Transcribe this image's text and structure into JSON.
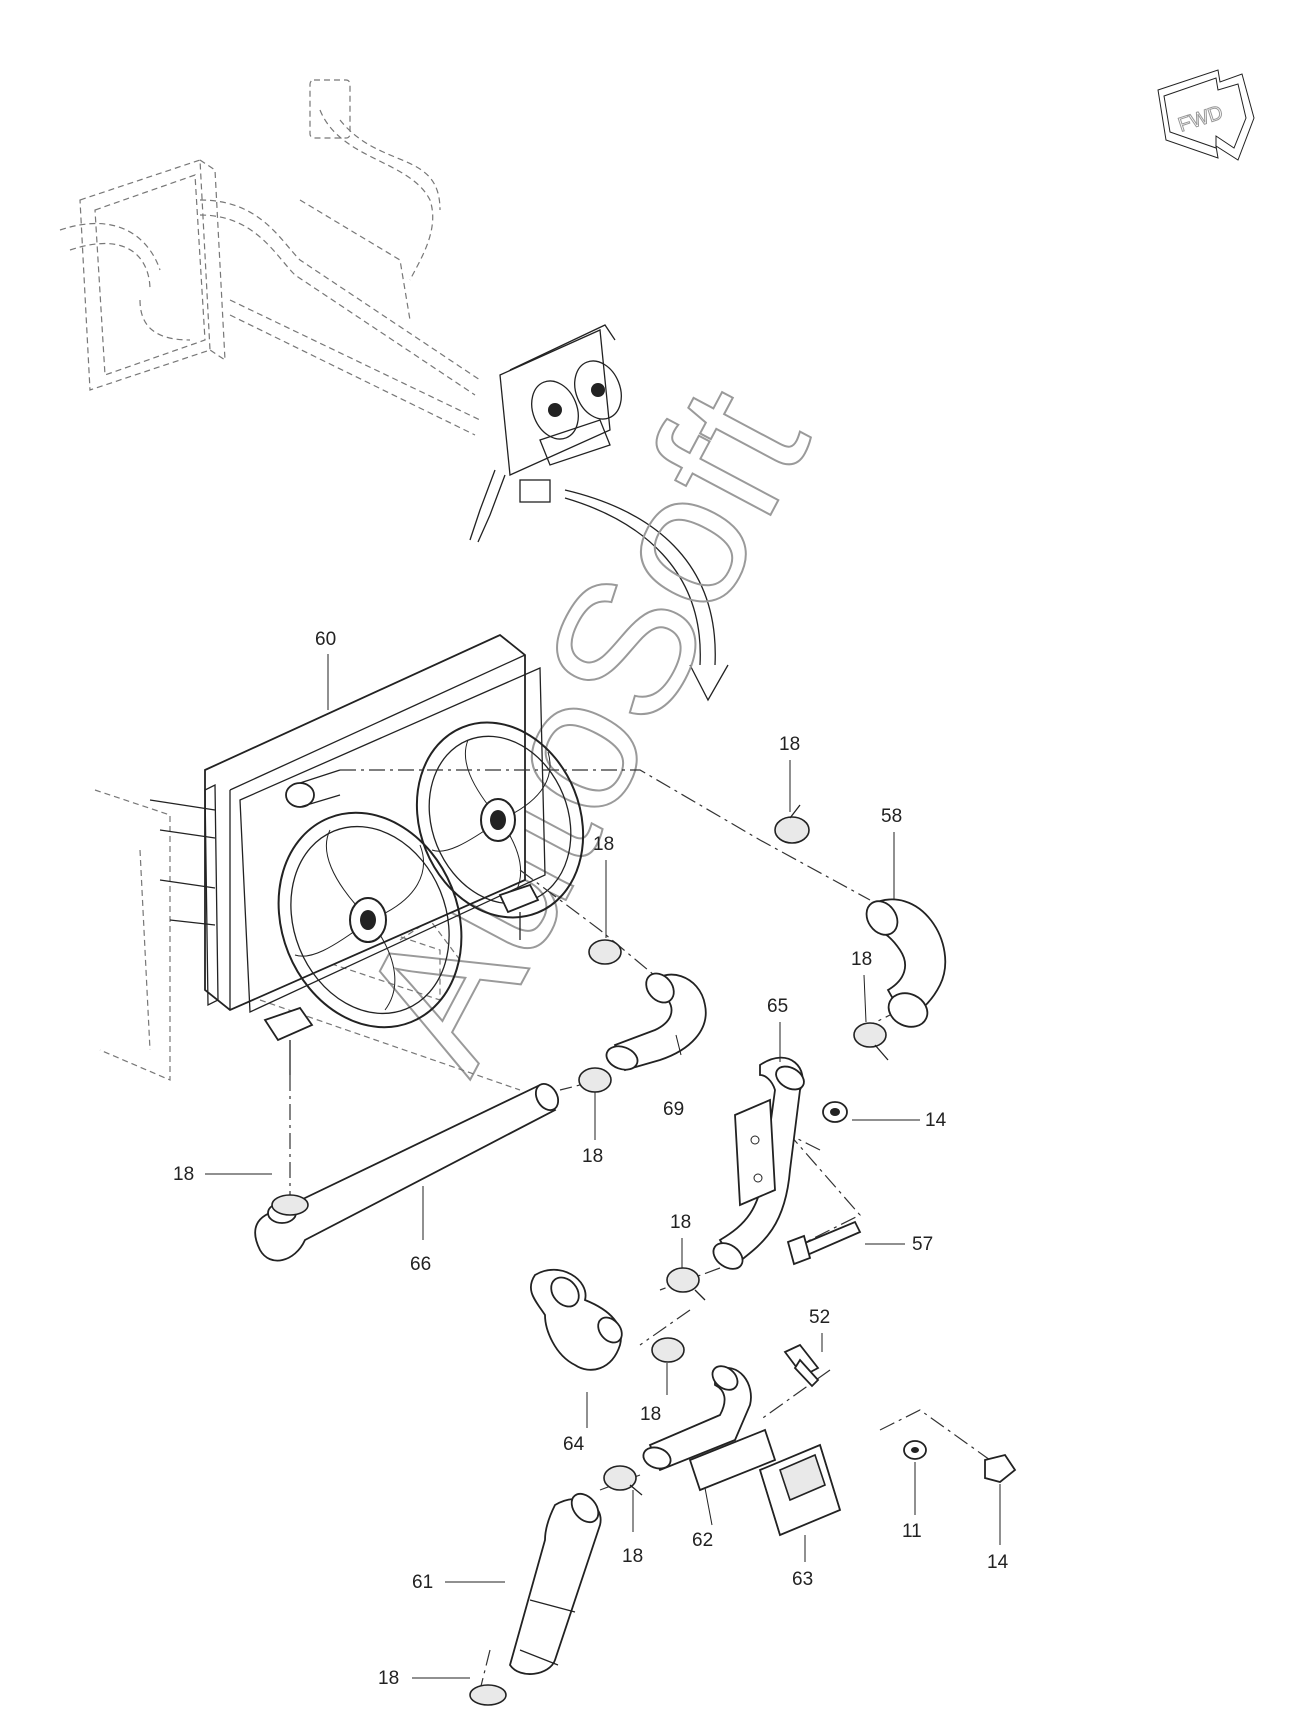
{
  "watermark": "AutoSoft",
  "fwd_label": "FWD",
  "callouts": [
    {
      "id": "c60",
      "text": "60"
    },
    {
      "id": "c18a",
      "text": "18"
    },
    {
      "id": "c58",
      "text": "58"
    },
    {
      "id": "c18b",
      "text": "18"
    },
    {
      "id": "c18c",
      "text": "18"
    },
    {
      "id": "c65",
      "text": "65"
    },
    {
      "id": "c69",
      "text": "69"
    },
    {
      "id": "c18d",
      "text": "18"
    },
    {
      "id": "c14a",
      "text": "14"
    },
    {
      "id": "c18e",
      "text": "18"
    },
    {
      "id": "c66",
      "text": "66"
    },
    {
      "id": "c18f",
      "text": "18"
    },
    {
      "id": "c57",
      "text": "57"
    },
    {
      "id": "c52",
      "text": "52"
    },
    {
      "id": "c64",
      "text": "64"
    },
    {
      "id": "c18g",
      "text": "18"
    },
    {
      "id": "c61",
      "text": "61"
    },
    {
      "id": "c18h",
      "text": "18"
    },
    {
      "id": "c62",
      "text": "62"
    },
    {
      "id": "c63",
      "text": "63"
    },
    {
      "id": "c11",
      "text": "11"
    },
    {
      "id": "c14b",
      "text": "14"
    },
    {
      "id": "c18i",
      "text": "18"
    }
  ],
  "icons": {
    "fwd": "fwd-arrow-icon",
    "transition": "curved-arrow-icon"
  }
}
